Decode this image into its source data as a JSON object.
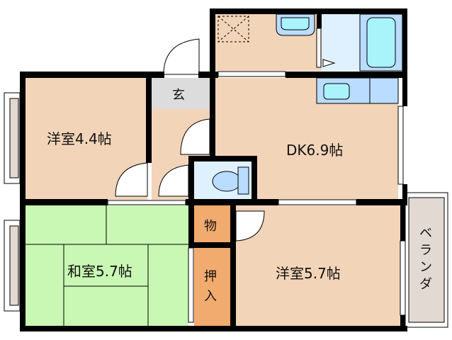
{
  "floorplan": {
    "colors": {
      "wood_floor": "#f2d4b8",
      "tatami": "#c9f7b4",
      "entrance": "#dcdcdc",
      "wet_area": "#dff1ff",
      "fixture_blue": "#b9dcff",
      "fixture_cyan": "#a9f3fb",
      "storage": "#f2ab6e",
      "balcony": "#e1d9d2",
      "wall": "#000000"
    },
    "rooms": {
      "western_room_1": {
        "label": "洋室4.4帖"
      },
      "entrance": {
        "label": "玄"
      },
      "dk": {
        "label": "DK6.9帖"
      },
      "japanese_room": {
        "label": "和室5.7帖"
      },
      "storage": {
        "label": "物"
      },
      "closet": {
        "label_line1": "押",
        "label_line2": "入"
      },
      "western_room_2": {
        "label": "洋室5.7帖"
      },
      "balcony": {
        "label": "ベランダ"
      }
    }
  }
}
